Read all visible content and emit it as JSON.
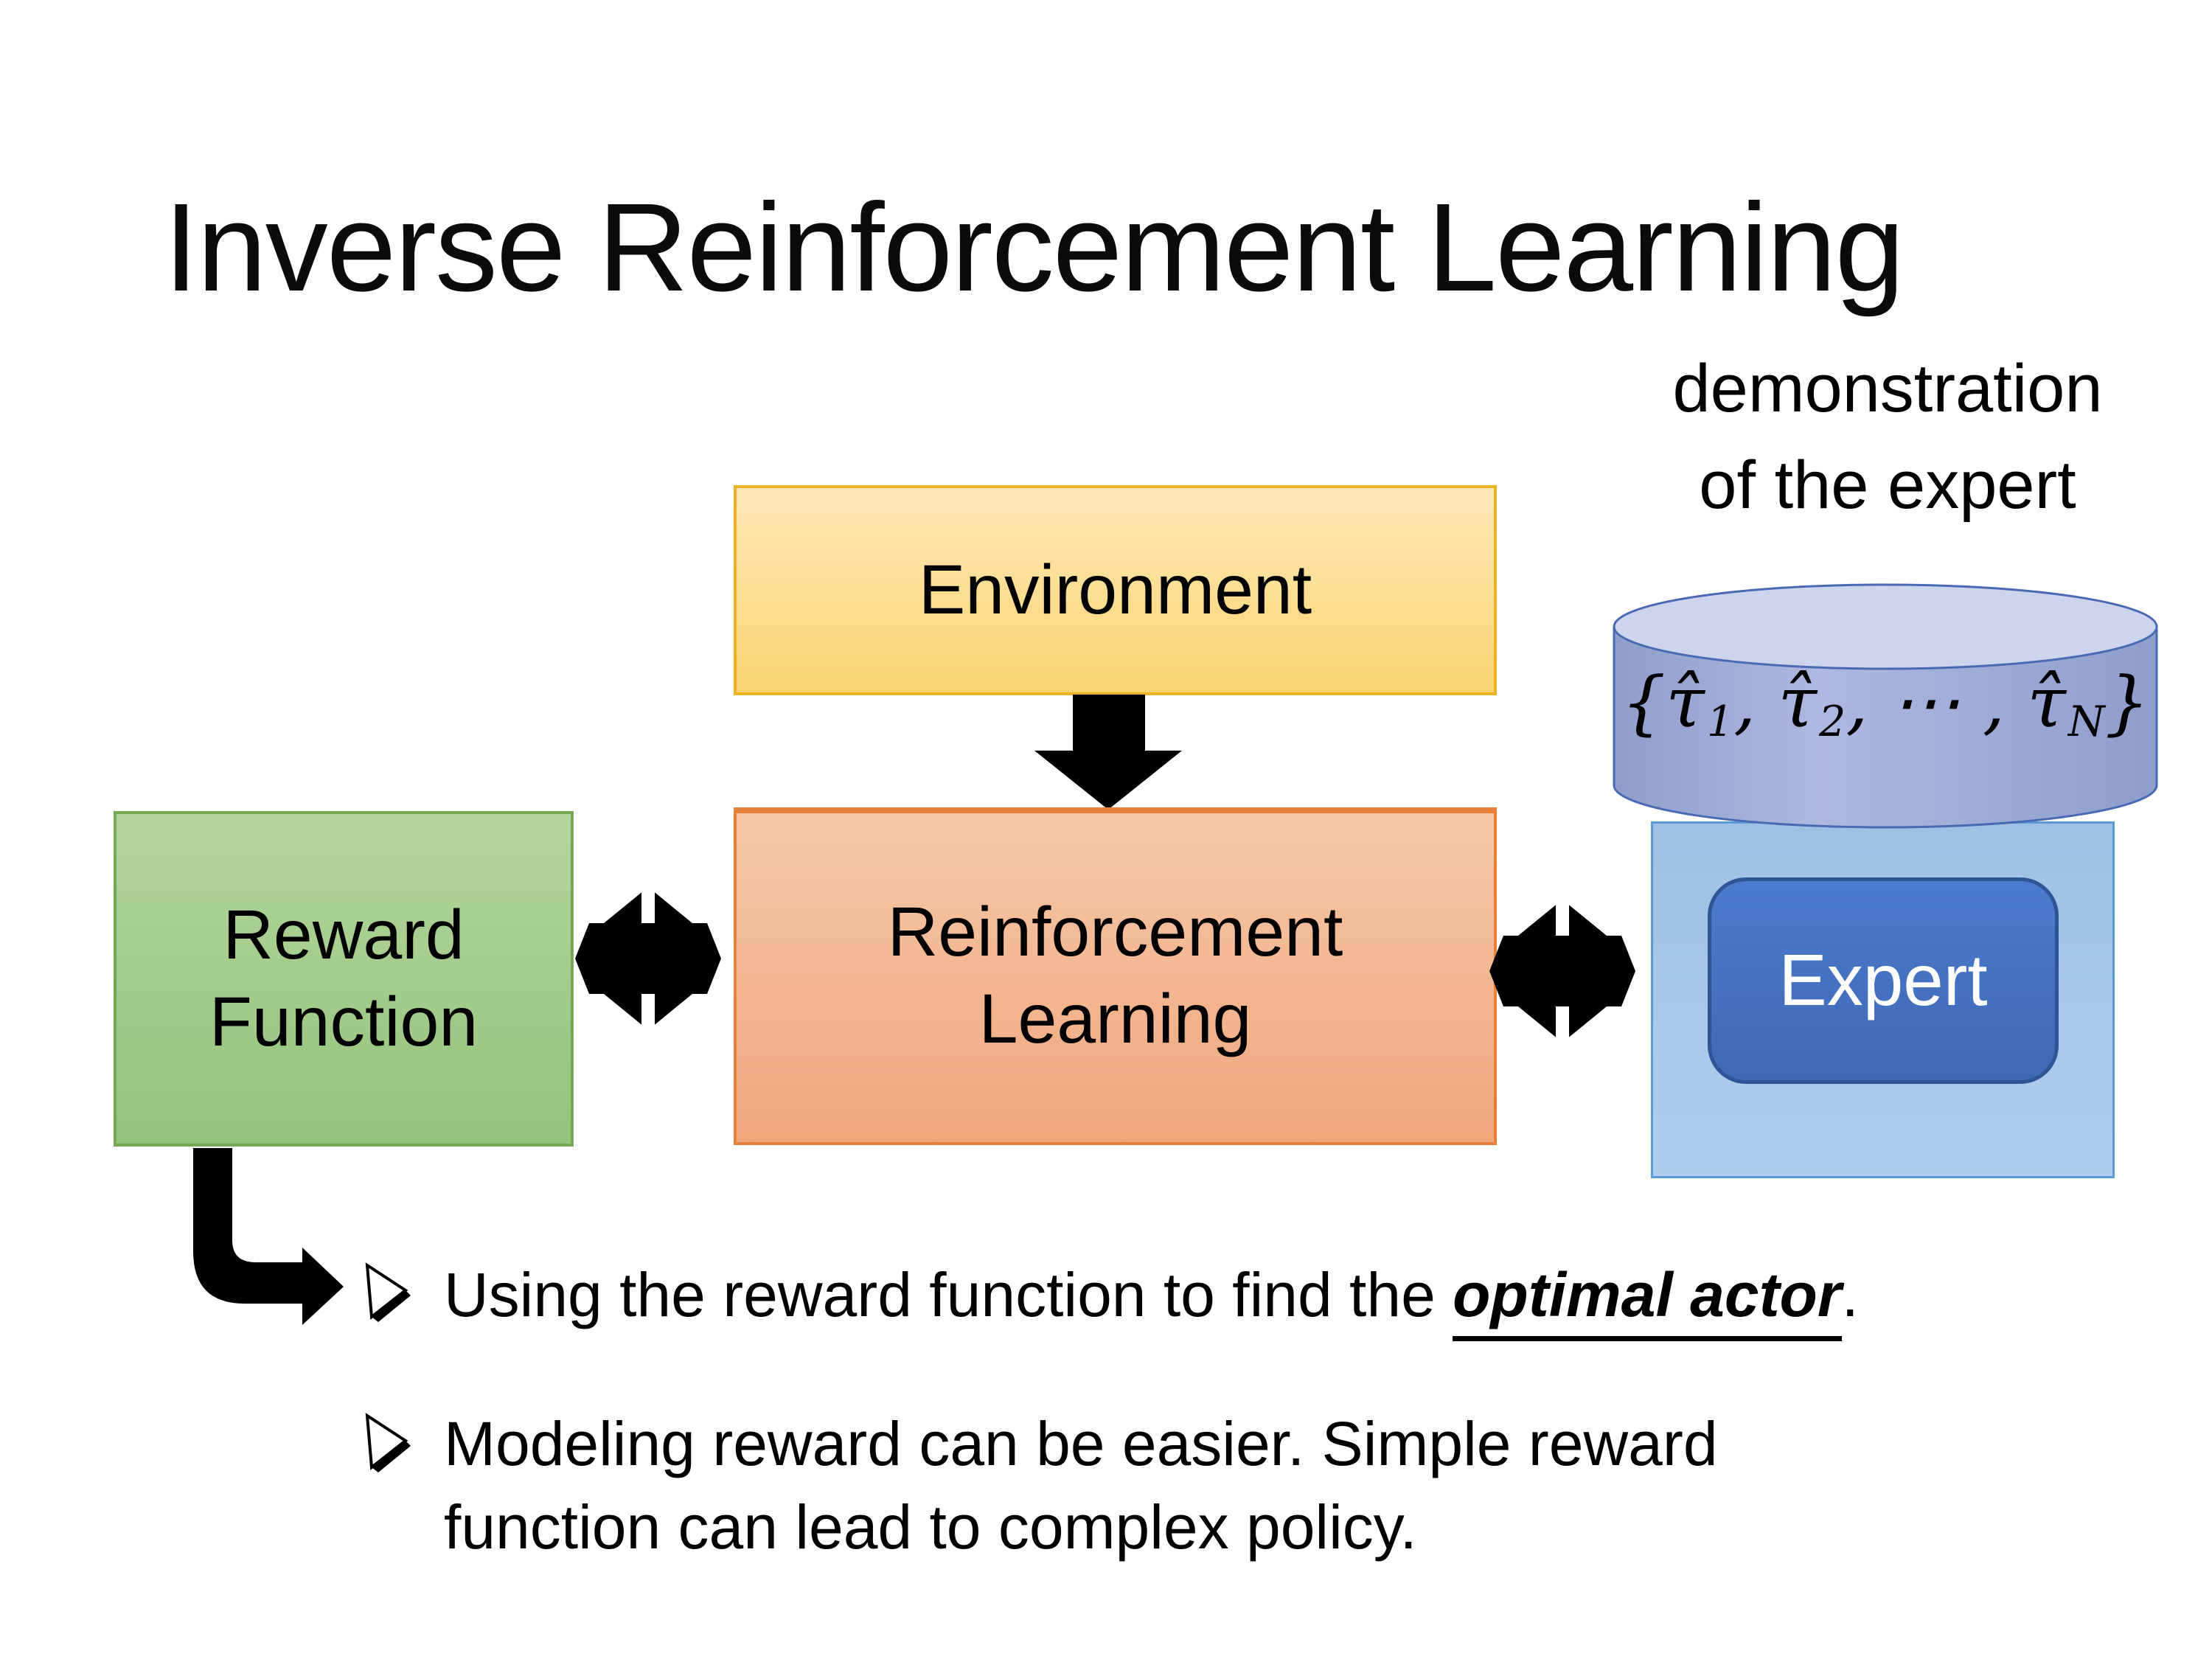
{
  "slide": {
    "title": "Inverse Reinforcement Learning",
    "annotation": {
      "line1": "demonstration",
      "line2": "of the expert"
    },
    "environment_box": {
      "label": "Environment"
    },
    "reward_box": {
      "line1": "Reward",
      "line2": "Function"
    },
    "rl_box": {
      "line1": "Reinforcement",
      "line2": "Learning"
    },
    "expert_box": {
      "label": "Expert"
    },
    "demo_db": {
      "open": "{",
      "tau": "τ̂",
      "sub1": "1",
      "sep1": ", ",
      "sub2": "2",
      "sep2": ", ⋯ , ",
      "subN": "N",
      "close": "}"
    },
    "bullets": {
      "b1": {
        "pre": "Using the reward function to find the ",
        "emphasis": "optimal actor",
        "post": "."
      },
      "b2": {
        "line1": "Modeling reward can be easier. Simple reward",
        "line2": "function can lead to complex policy."
      }
    },
    "icons": {
      "down_arrow": "thick-down-arrow",
      "double_arrow": "double-headed-exchange-arrow",
      "bent_arrow": "elbow-right-arrow",
      "bullet_marker": "3d-arrowhead-bullet"
    },
    "colors": {
      "environment_fill_top": "#FEE9B8",
      "environment_fill_bottom": "#FBD470",
      "environment_border": "#EDB126",
      "rl_fill_top": "#F7C8A9",
      "rl_fill_bottom": "#F0A77C",
      "rl_border": "#E8803A",
      "reward_fill_top": "#B3D59D",
      "reward_fill_bottom": "#96C27B",
      "reward_border": "#74A953",
      "expert_fill_top": "#4A7CCE",
      "expert_fill_bottom": "#3F68B4",
      "expert_border": "#2F5597",
      "expert_text": "#FFFFFF",
      "panel_fill_top": "#9FC0E4",
      "panel_fill_bottom": "#B0CDEE",
      "panel_border": "#5B9BD5",
      "cylinder_edge": "#8E9DCB",
      "cylinder_mid": "#AEB9E1",
      "cylinder_top_fill": "#CDD5EC",
      "cylinder_border": "#4A69B5",
      "arrow_color": "#000000",
      "text_color": "#000000"
    }
  }
}
